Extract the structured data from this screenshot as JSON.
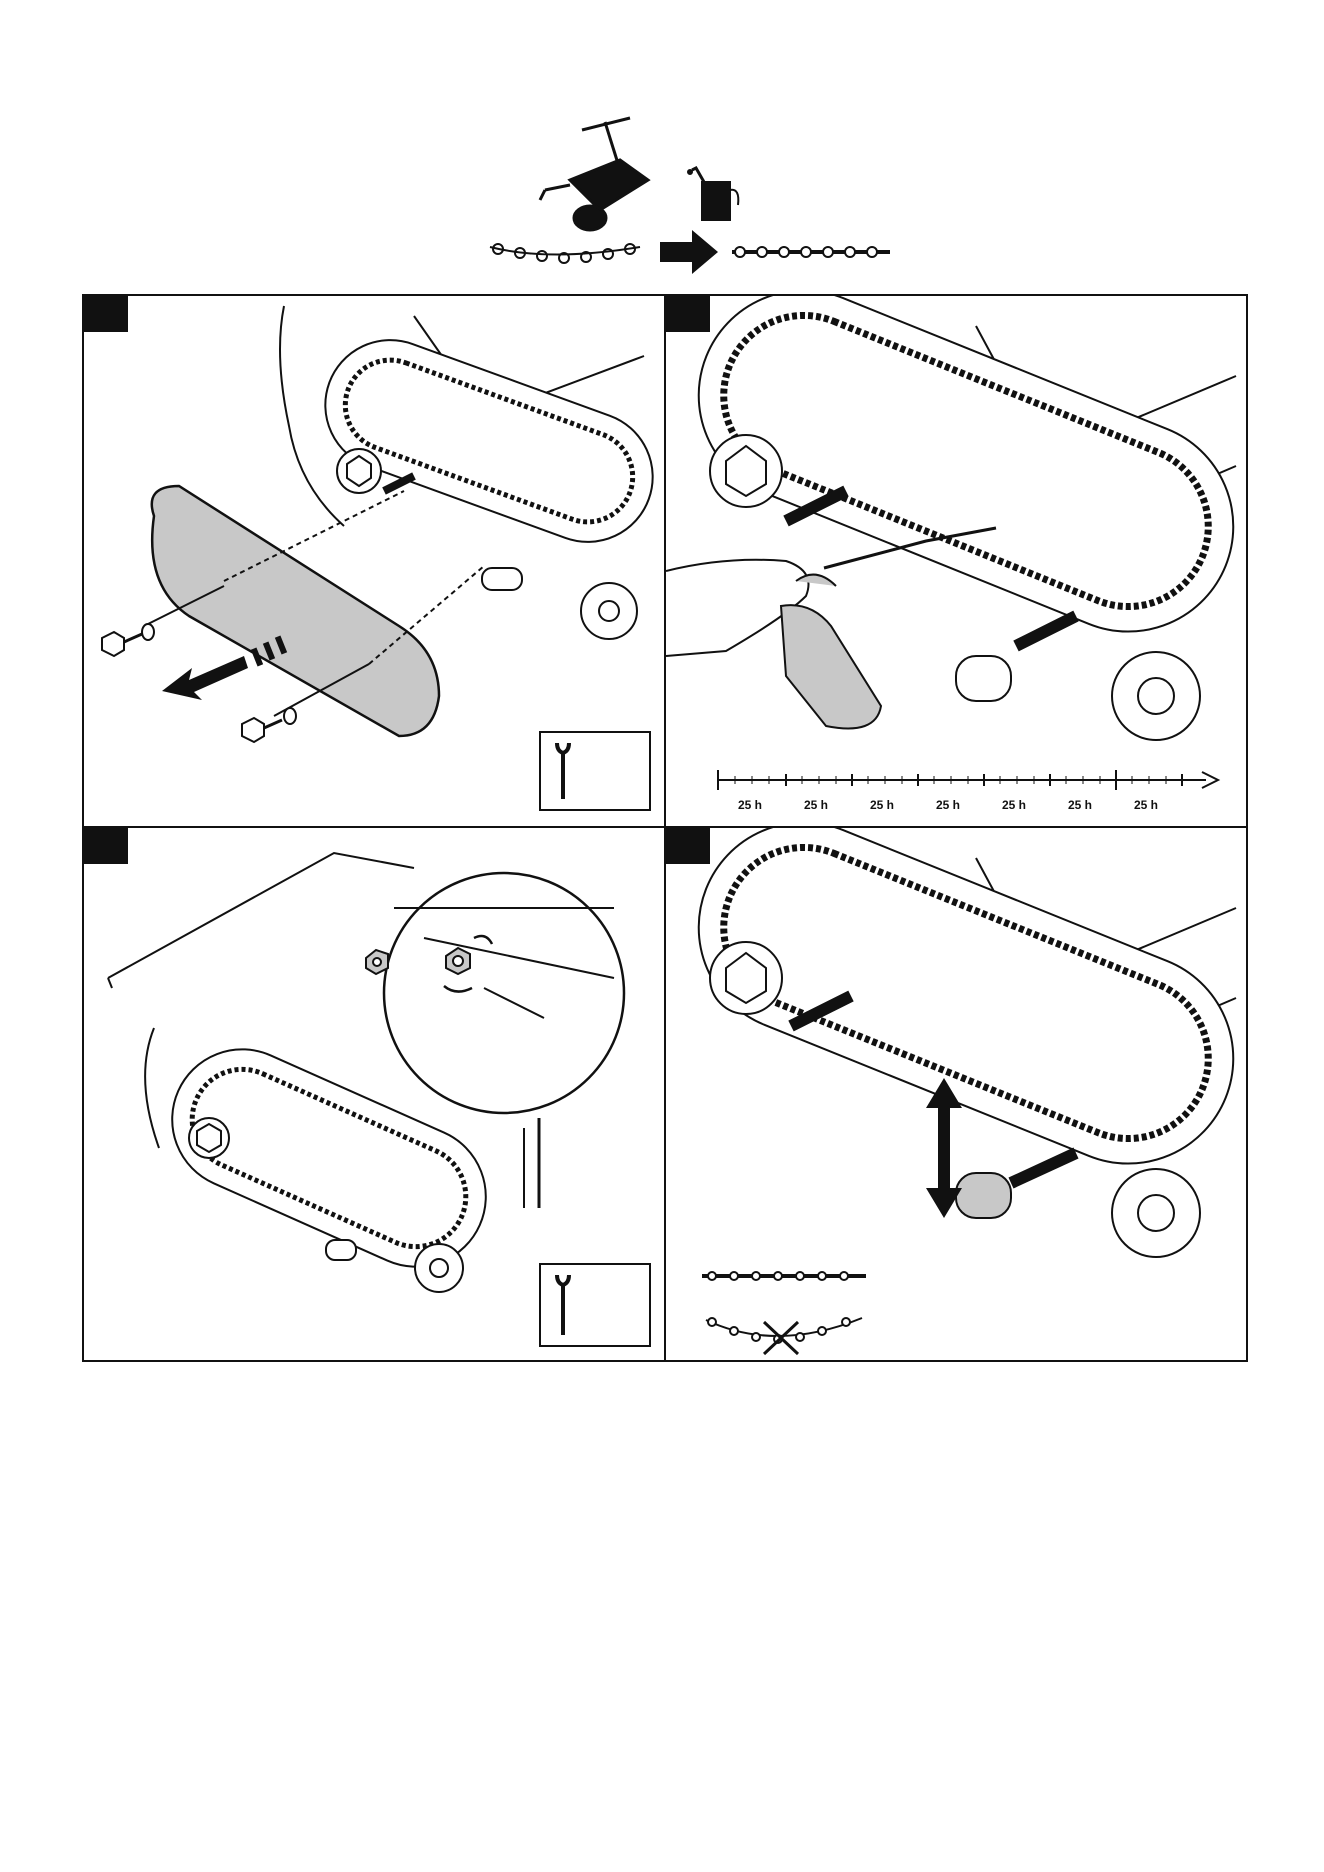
{
  "service_interval": {
    "unit_label": "25 h",
    "labels": [
      "25 h",
      "25 h",
      "25 h",
      "25 h",
      "25 h",
      "25 h",
      "25 h"
    ]
  },
  "colors": {
    "line": "#111111",
    "cover_fill": "#c8c8c8",
    "background": "#ffffff"
  },
  "icons": {
    "top": [
      "machine-icon",
      "oil-can-icon",
      "dry-chain-icon",
      "arrow-right-icon",
      "oiled-chain-icon"
    ],
    "tool": "wrench-icon"
  }
}
